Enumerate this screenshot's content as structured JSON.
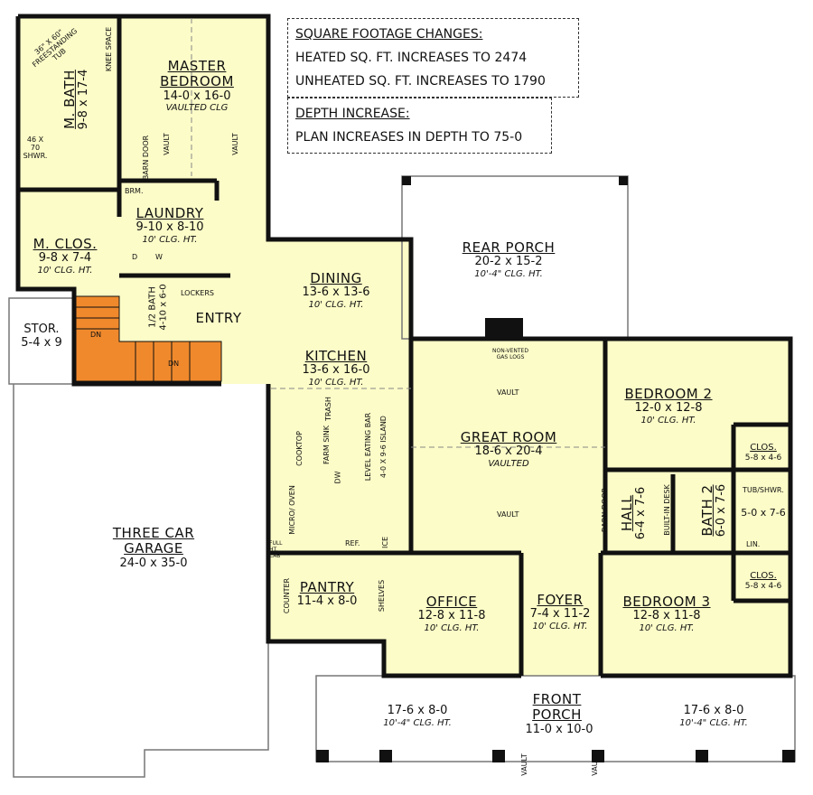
{
  "notes": {
    "footage": {
      "title": "SQUARE FOOTAGE CHANGES:",
      "lines": [
        "HEATED SQ. FT. INCREASES TO 2474",
        "UNHEATED SQ. FT. INCREASES TO 1790"
      ]
    },
    "depth": {
      "title": "DEPTH INCREASE:",
      "lines": [
        "PLAN INCREASES IN DEPTH TO 75-0"
      ]
    }
  },
  "colors": {
    "room_fill": "#fcfcc8",
    "stair_fill": "#f0892c",
    "wall": "#111111",
    "porch_line": "#777777"
  },
  "rooms": {
    "master_bedroom": {
      "name": "MASTER BEDROOM",
      "dim": "14-0 x 16-0",
      "clg": "VAULTED CLG"
    },
    "master_bath": {
      "name": "M. BATH",
      "dim": "9-8 x 17-4"
    },
    "master_closet": {
      "name": "M. CLOS.",
      "dim": "9-8 x 7-4",
      "clg": "10' CLG. HT."
    },
    "laundry": {
      "name": "LAUNDRY",
      "dim": "9-10 x 8-10",
      "clg": "10' CLG. HT."
    },
    "half_bath": {
      "name": "1/2 BATH",
      "dim": "4-10 x 6-0"
    },
    "entry": {
      "name": "ENTRY"
    },
    "storage": {
      "name": "STOR.",
      "dim": "5-4 x 9"
    },
    "dining": {
      "name": "DINING",
      "dim": "13-6 x 13-6",
      "clg": "10' CLG. HT."
    },
    "kitchen": {
      "name": "KITCHEN",
      "dim": "13-6 x 16-0",
      "clg": "10' CLG. HT."
    },
    "pantry": {
      "name": "PANTRY",
      "dim": "11-4 x 8-0"
    },
    "rear_porch": {
      "name": "REAR PORCH",
      "dim": "20-2 x 15-2",
      "clg": "10'-4\" CLG. HT."
    },
    "great_room": {
      "name": "GREAT ROOM",
      "dim": "18-6 x 20-4",
      "clg": "VAULTED"
    },
    "bedroom2": {
      "name": "BEDROOM 2",
      "dim": "12-0 x 12-8",
      "clg": "10' CLG. HT."
    },
    "closet2": {
      "name": "CLOS.",
      "dim": "5-8 x 4-6"
    },
    "hall": {
      "name": "HALL",
      "dim": "6-4 x 7-6"
    },
    "bath2": {
      "name": "BATH 2",
      "dim": "6-0 x 7-6"
    },
    "tub_room": {
      "dim": "5-0 x 7-6"
    },
    "closet3": {
      "name": "CLOS.",
      "dim": "5-8 x 4-6"
    },
    "bedroom3": {
      "name": "BEDROOM 3",
      "dim": "12-8 x 11-8",
      "clg": "10' CLG. HT."
    },
    "office": {
      "name": "OFFICE",
      "dim": "12-8 x 11-8",
      "clg": "10' CLG. HT."
    },
    "foyer": {
      "name": "FOYER",
      "dim": "7-4 x 11-2",
      "clg": "10' CLG. HT."
    },
    "garage": {
      "name": "THREE CAR GARAGE",
      "dim": "24-0 x 35-0"
    },
    "front_porch": {
      "name": "FRONT PORCH",
      "dim": "11-0 x 10-0"
    },
    "porch_left": {
      "dim": "17-6 x 8-0",
      "clg": "10'-4\" CLG. HT."
    },
    "porch_right": {
      "dim": "17-6 x 8-0",
      "clg": "10'-4\" CLG. HT."
    }
  },
  "fixtures": {
    "tub": "36\" X 60\" FREESTANDING TUB",
    "shower": "46 X 70 SHWR.",
    "knee": "KNEE SPACE",
    "lin": "LIN.",
    "barn_door": "BARN DOOR",
    "vault": "VAULT",
    "brm": "BRM.",
    "lockers": "LOCKERS",
    "dn": "DN",
    "dryer": "D",
    "washer": "W",
    "cooktop": "COOKTOP",
    "farm_sink": "FARM SINK",
    "trash": "TRASH",
    "dw": "DW",
    "eating_bar": "LEVEL EATING BAR",
    "island": "4-0 X 9-6 ISLAND",
    "micro": "MICRO/ OVEN",
    "full_cab": "FULL HT. CAB",
    "ref": "REF.",
    "ice": "ICE",
    "counter": "COUNTER",
    "shelves": "SHELVES",
    "gas_logs": "NON-VENTED GAS LOGS",
    "built_in_desk": "BUILT-IN DESK",
    "tub_shwr": "TUB/SHWR."
  }
}
